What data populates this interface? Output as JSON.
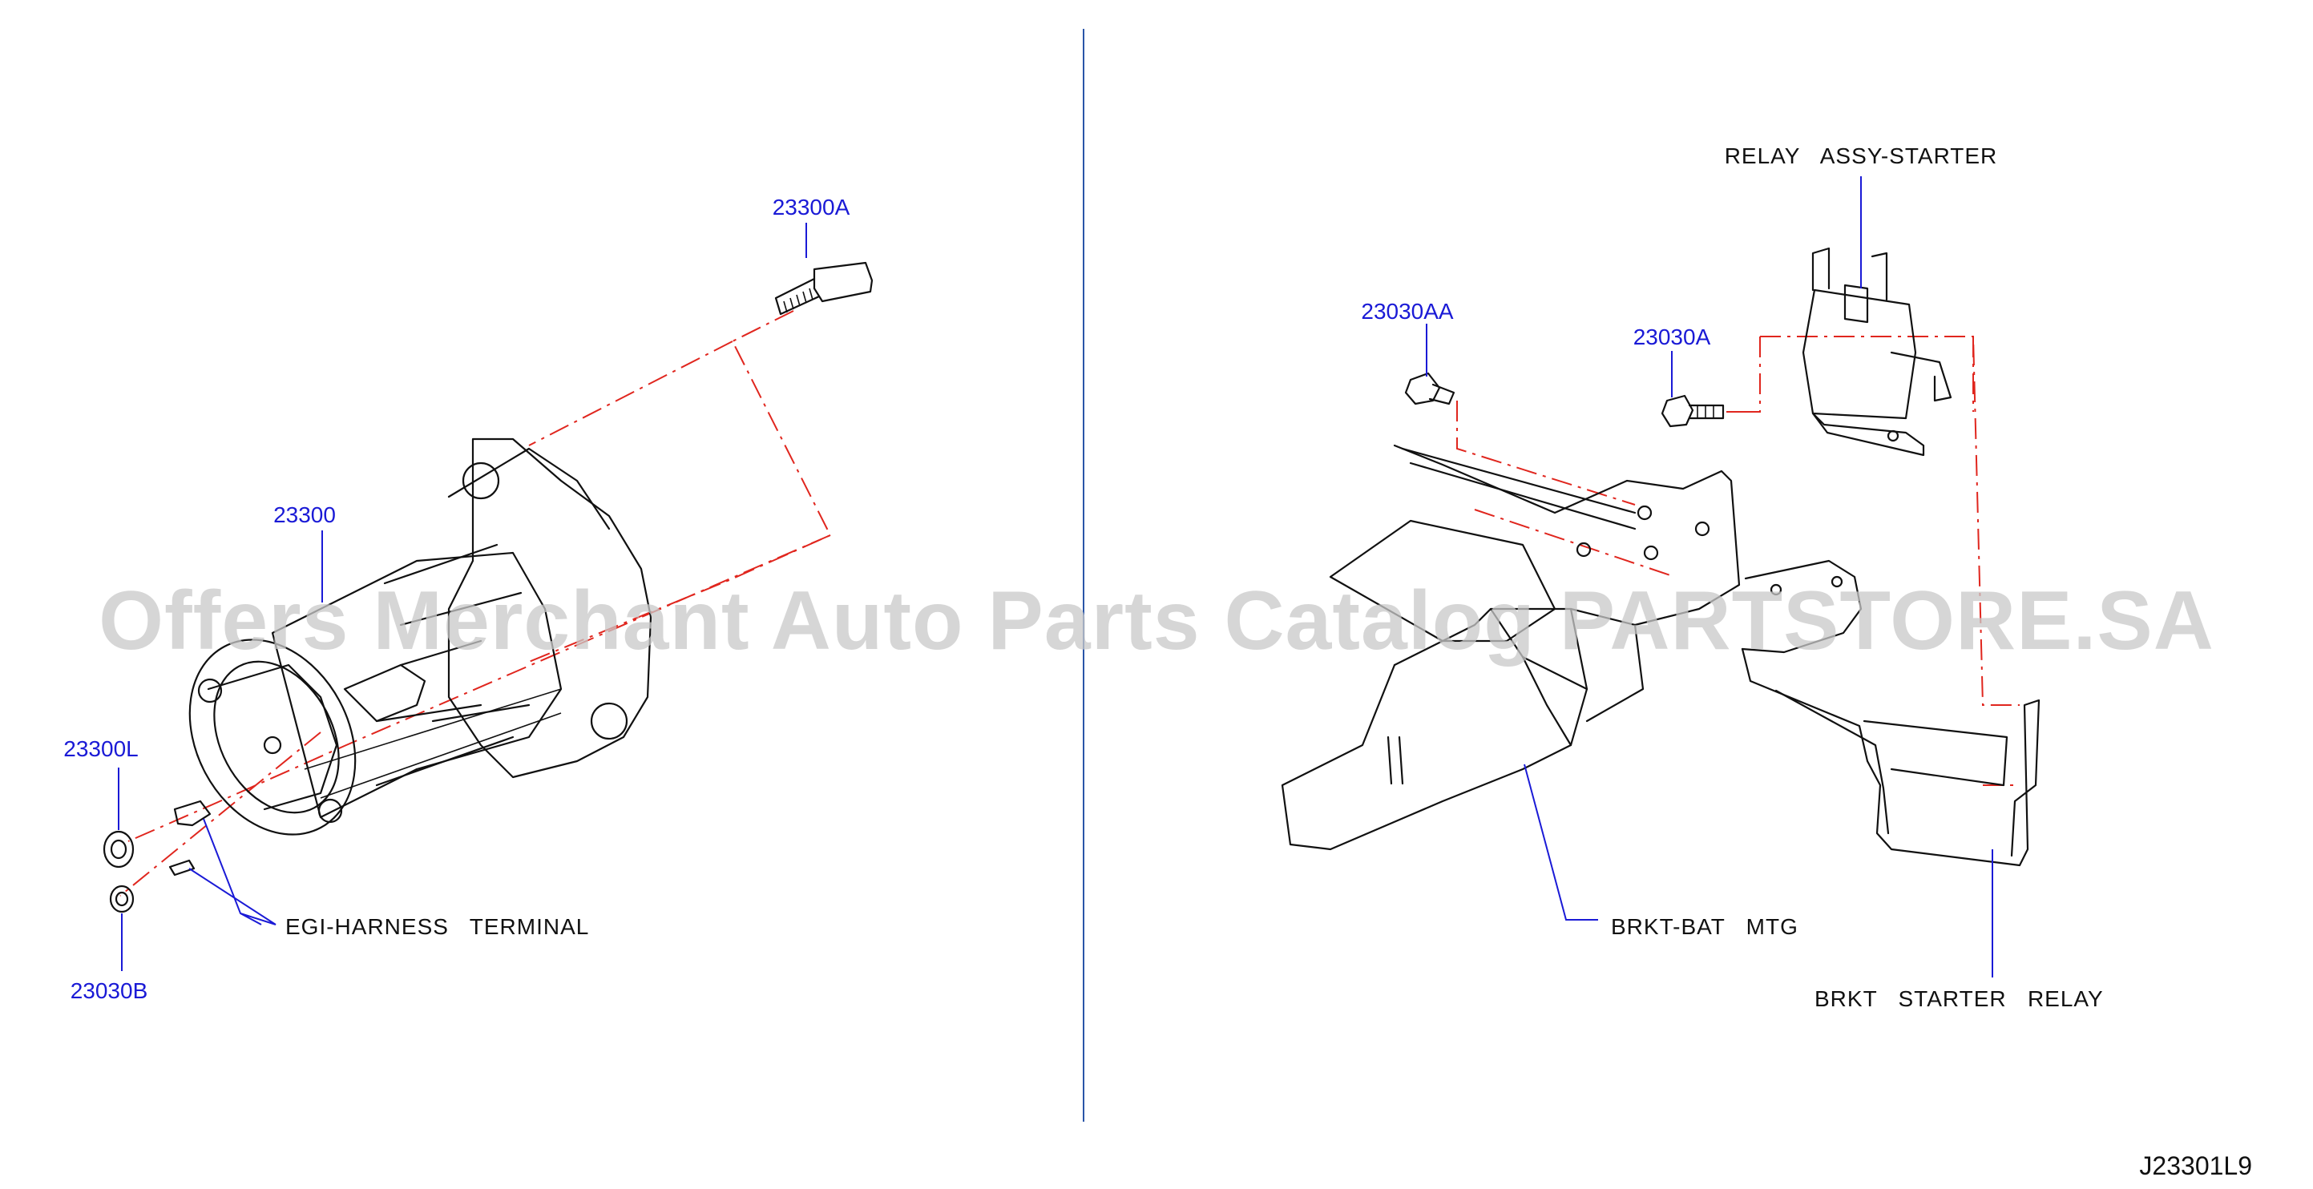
{
  "watermark": "Offers Merchant Auto Parts Catalog PARTSTORE.SA",
  "diagram_id": "J23301L9",
  "callouts": {
    "bolt_23300A": "23300A",
    "starter_23300": "23300",
    "nut_23300L": "23300L",
    "nut_23030B": "23030B",
    "bolt_23030AA": "23030AA",
    "bolt_23030A": "23030A"
  },
  "labels": {
    "egi_harness": "EGI-HARNESS   TERMINAL",
    "relay_assy": "RELAY   ASSY-STARTER",
    "brkt_bat": "BRKT-BAT   MTG",
    "brkt_starter_relay": "BRKT   STARTER   RELAY"
  },
  "colors": {
    "callout": "#1a1ad6",
    "leader": "#1a1ad6",
    "assembly_line": "#e0261e",
    "divider": "#2a55a8",
    "watermark": "#c9c9c9"
  }
}
